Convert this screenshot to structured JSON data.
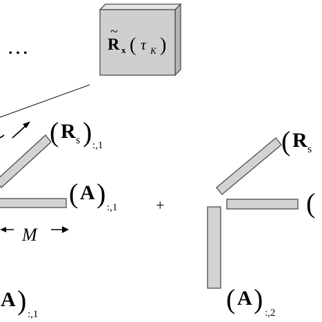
{
  "colors": {
    "bar_fill": "#d3d3d3",
    "bar_stroke": "#4a4a4a",
    "box_fill": "#cfcfcf",
    "box_side": "#b5b5b5",
    "box_top": "#e6e6e6",
    "text": "#000000"
  },
  "top": {
    "ellipsis": "…",
    "box_label": {
      "symbol": "R",
      "tilde": "~",
      "sub": "x",
      "paren_open": "(",
      "tau": "τ",
      "tau_sub": "K",
      "paren_close": ")"
    }
  },
  "group1": {
    "rs_label": {
      "paren_open": "(",
      "symbol": "R",
      "sub": "s",
      "paren_close": ")",
      "index": ":,1"
    },
    "a_label": {
      "paren_open": "(",
      "symbol": "A",
      "paren_close": ")",
      "index": ":,1"
    },
    "dim_label": "M",
    "bottom_label": {
      "symbol": "A",
      "paren_close": ")",
      "index": ":,1"
    }
  },
  "plus": "+",
  "group2": {
    "rs_label": {
      "paren_open": "(",
      "symbol": "R",
      "sub": "s"
    },
    "a_label": {
      "paren_open": "("
    },
    "bottom_label": {
      "paren_open": "(",
      "symbol": "A",
      "paren_close": ")",
      "index": ":,2"
    }
  }
}
